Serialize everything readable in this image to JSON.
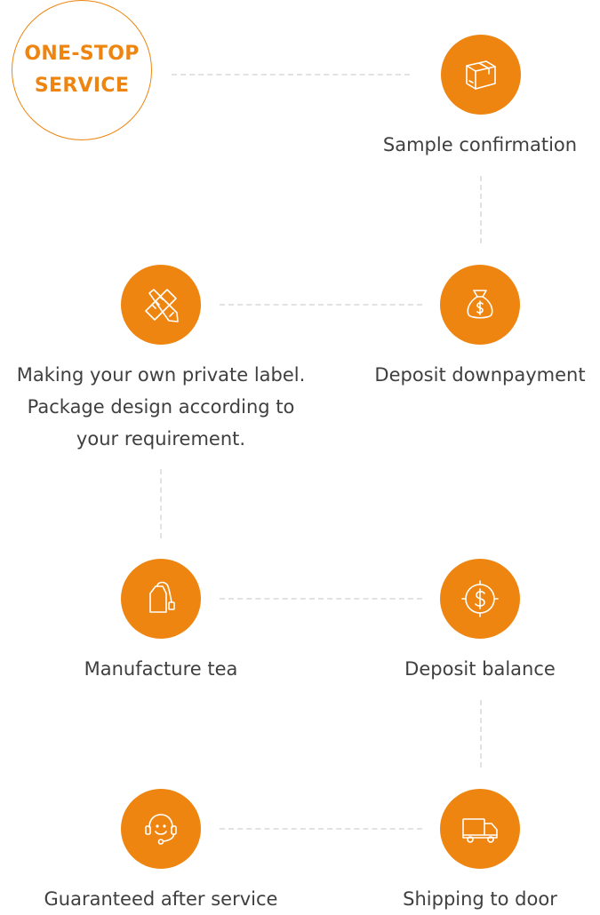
{
  "badge": {
    "line1": "ONE-STOP",
    "line2": "SERVICE"
  },
  "steps": [
    {
      "label": "Sample confirmation",
      "icon": "box-icon"
    },
    {
      "label": "Deposit downpayment",
      "icon": "money-bag-icon"
    },
    {
      "label_lines": [
        "Making your own private label.",
        "Package design according to",
        "your requirement."
      ],
      "icon": "pencil-ruler-icon"
    },
    {
      "label": "Manufacture tea",
      "icon": "tea-bag-icon"
    },
    {
      "label": "Deposit balance",
      "icon": "dollar-coin-icon"
    },
    {
      "label": "Shipping to door",
      "icon": "truck-icon"
    },
    {
      "label": "Guaranteed after service",
      "icon": "headset-icon"
    }
  ],
  "colors": {
    "accent": "#ee8510",
    "text": "#3f3f3f",
    "connector": "#e2e2e2"
  }
}
